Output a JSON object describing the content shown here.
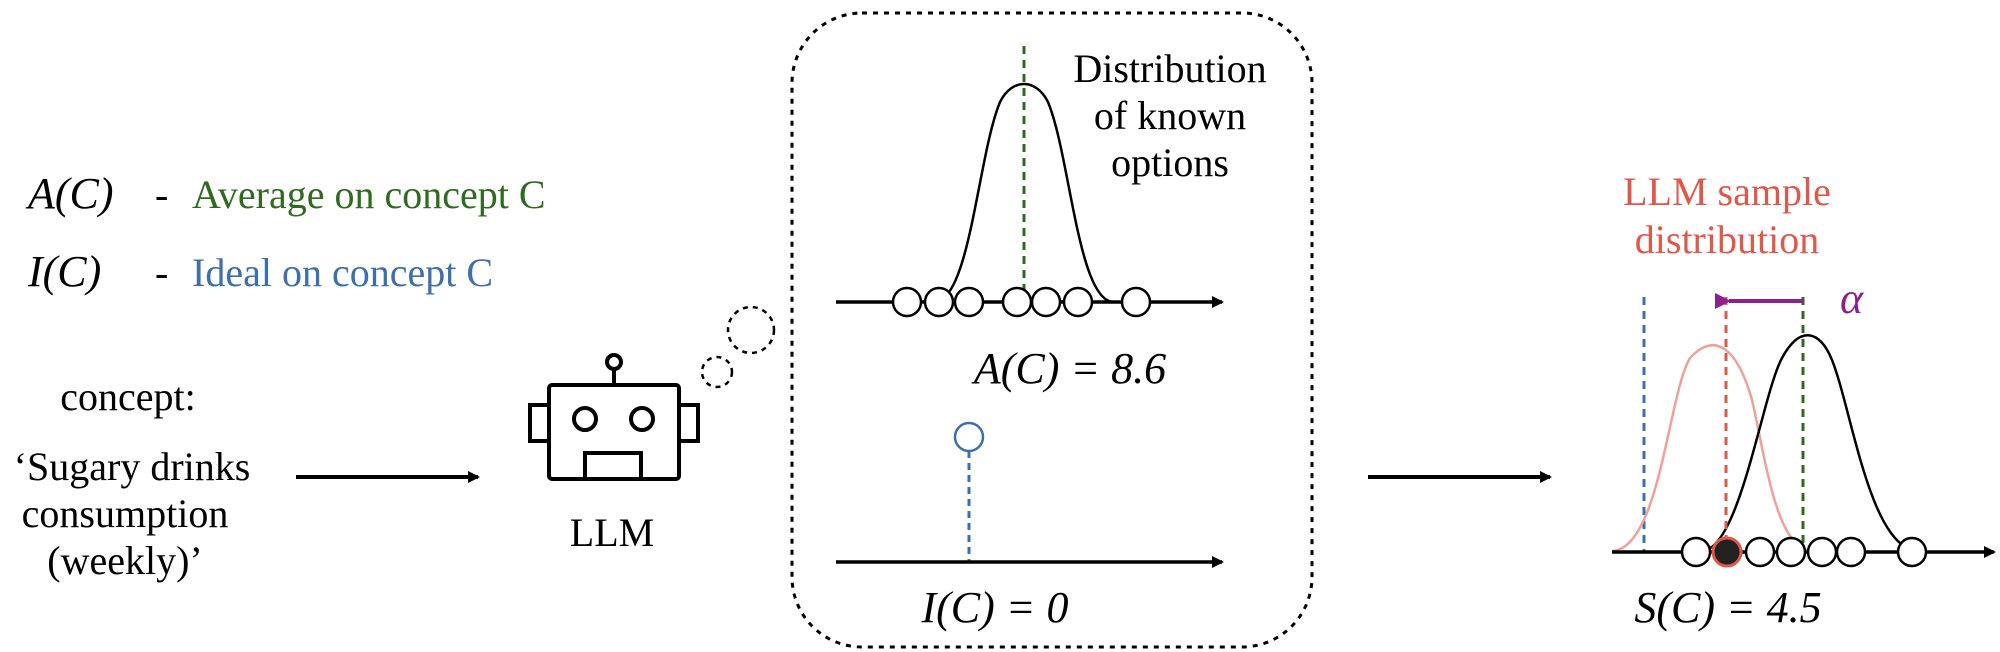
{
  "legend": {
    "avg": {
      "symbol": "A(C)",
      "dash": "-",
      "text": "Average on concept C"
    },
    "ideal": {
      "symbol": "I(C)",
      "dash": "-",
      "text": "Ideal on concept C"
    }
  },
  "concept": {
    "label": "concept:",
    "lines": [
      "‘Sugary drinks",
      "consumption",
      "(weekly)’"
    ]
  },
  "llm": {
    "label": "LLM"
  },
  "bubble": {
    "title_lines": [
      "Distribution",
      "of known",
      "options"
    ],
    "avg_equation": "A(C) = 8.6",
    "ideal_equation": "I(C) = 0"
  },
  "output": {
    "title_lines": [
      "LLM sample",
      "distribution"
    ],
    "alpha": "α",
    "score_equation": "S(C) = 4.5"
  },
  "colors": {
    "avg": "#2e6b1f",
    "ideal": "#3b6fb0",
    "sample": "#e0584a",
    "alpha": "#8e1f8f"
  }
}
